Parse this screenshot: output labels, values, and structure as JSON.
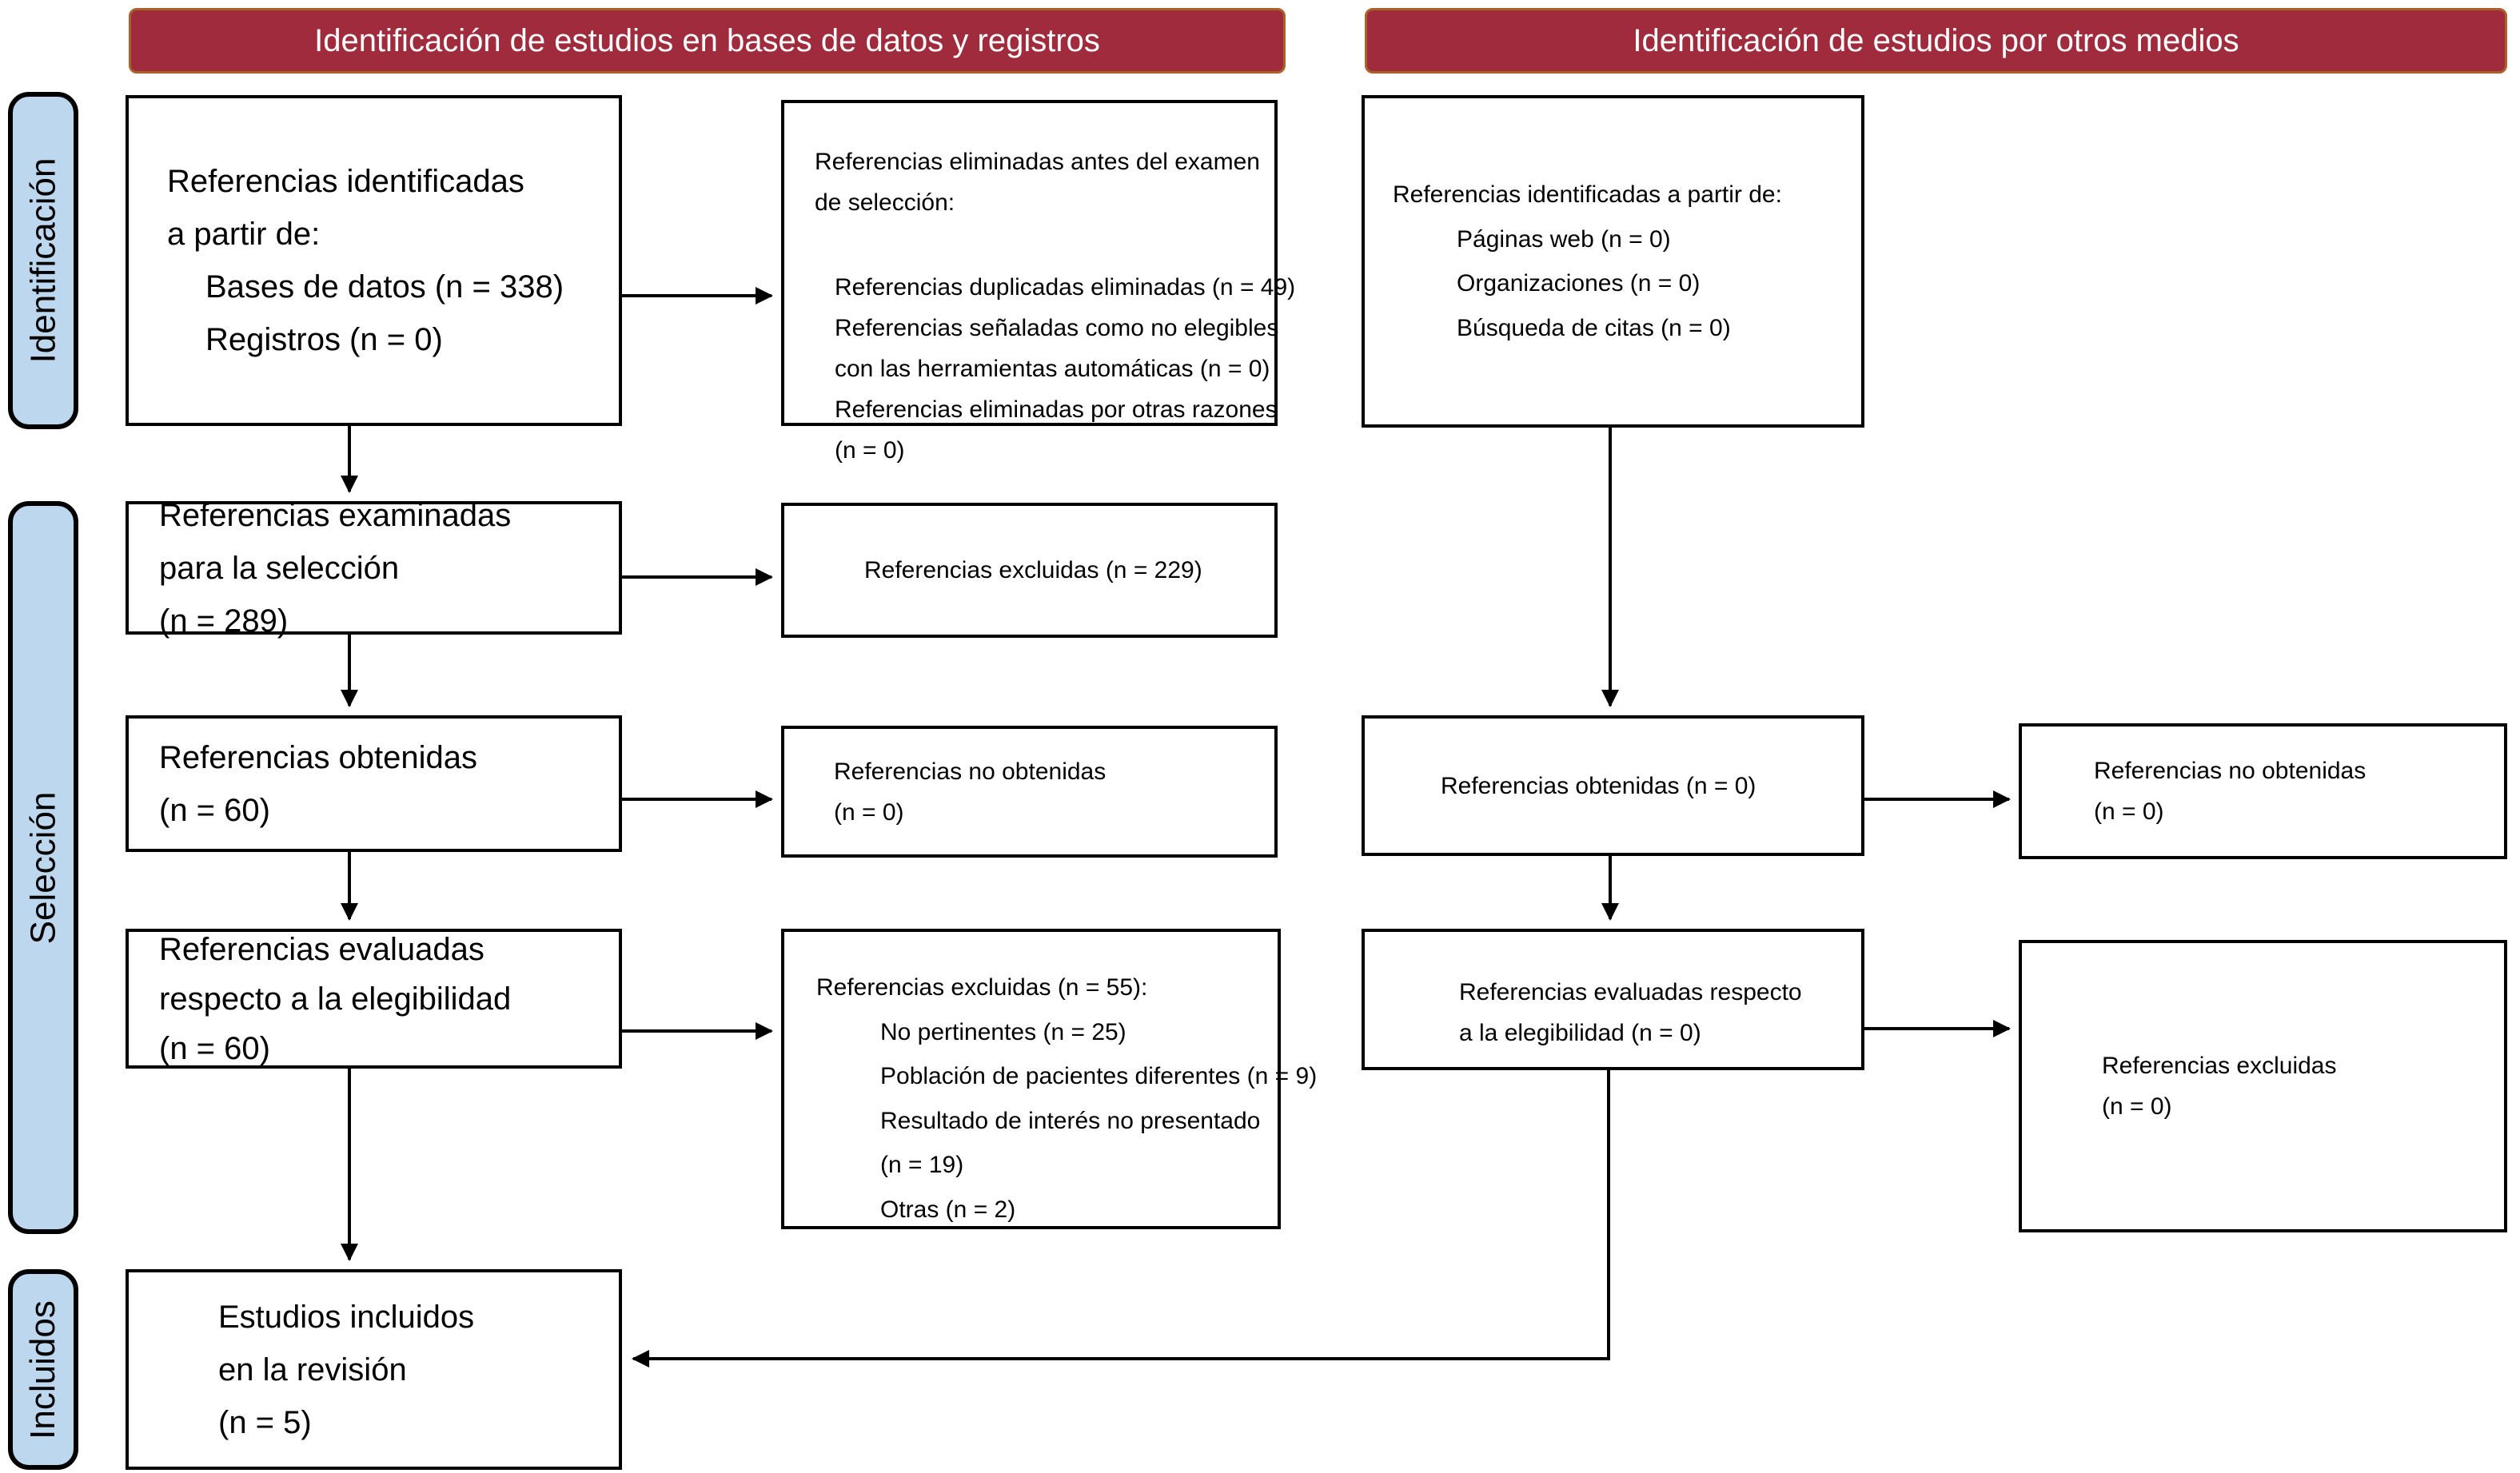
{
  "colors": {
    "banner_bg": "#a02b3d",
    "banner_border": "#a8622a",
    "banner_text": "#ffffff",
    "stage_bg": "#bdd7ee",
    "stage_border": "#000000",
    "box_border": "#000000",
    "arrow": "#000000"
  },
  "banners": {
    "databases": "Identificación de estudios en bases de datos y registros",
    "other_methods": "Identificación de estudios por otros medios"
  },
  "stages": {
    "identification": "Identificación",
    "screening": "Selección",
    "included": "Incluidos"
  },
  "boxes": {
    "db_identified": {
      "lines": [
        "Referencias identificadas",
        "a partir de:",
        "Bases de datos (n = 338)",
        "Registros (n = 0)"
      ]
    },
    "removed_before": {
      "lines": [
        "Referencias eliminadas antes del examen",
        "de selección:",
        "Referencias duplicadas  eliminadas (n = 49)",
        "Referencias señaladas como no elegibles",
        "con las herramientas automáticas (n = 0)",
        "Referencias eliminadas por otras razones",
        "(n = 0)"
      ]
    },
    "other_identified": {
      "lines": [
        "Referencias identificadas a partir de:",
        "Páginas web (n = 0)",
        "Organizaciones (n = 0)",
        "Búsqueda de citas (n = 0)"
      ]
    },
    "screened": {
      "lines": [
        "Referencias examinadas",
        "para la selección",
        "(n = 289)"
      ]
    },
    "excluded_screening": {
      "lines": [
        "Referencias excluidas (n = 229)"
      ]
    },
    "retrieved": {
      "lines": [
        "Referencias obtenidas",
        "(n = 60)"
      ]
    },
    "not_retrieved": {
      "lines": [
        "Referencias no obtenidas",
        "(n = 0)"
      ]
    },
    "other_retrieved": {
      "lines": [
        "Referencias obtenidas (n = 0)"
      ]
    },
    "other_not_retrieved": {
      "lines": [
        "Referencias no obtenidas",
        "(n = 0)"
      ]
    },
    "assessed": {
      "lines": [
        "Referencias evaluadas",
        "respecto a la elegibilidad",
        "(n = 60)"
      ]
    },
    "excluded_eligibility": {
      "lines": [
        "Referencias excluidas (n = 55):",
        "No pertinentes (n = 25)",
        "Población de pacientes diferentes (n = 9)",
        "Resultado de interés no presentado",
        "(n = 19)",
        "Otras (n = 2)"
      ]
    },
    "other_assessed": {
      "lines": [
        "Referencias evaluadas respecto",
        "a la elegibilidad (n = 0)"
      ]
    },
    "other_excluded": {
      "lines": [
        "Referencias excluidas",
        "(n = 0)"
      ]
    },
    "included": {
      "lines": [
        "Estudios incluidos",
        "en la revisión",
        "(n = 5)"
      ]
    }
  }
}
